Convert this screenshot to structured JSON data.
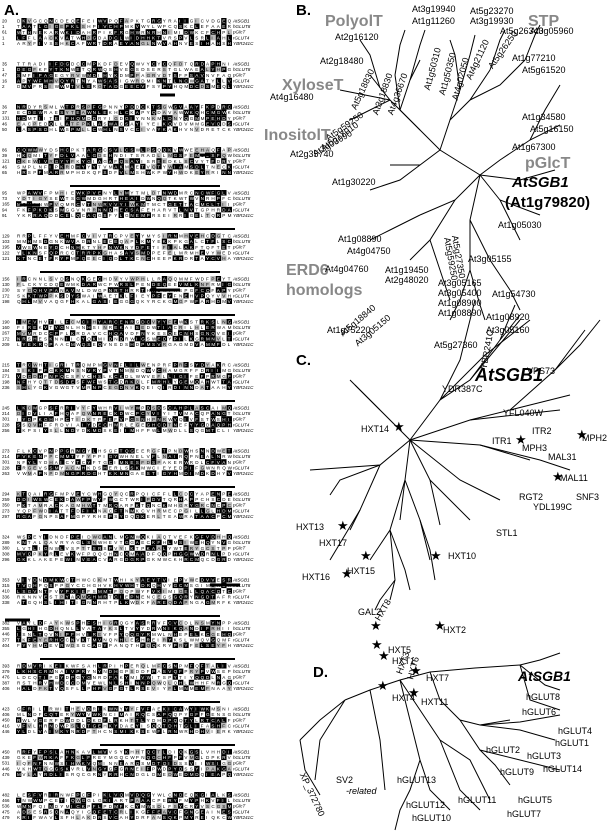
{
  "panels": {
    "a": "A.",
    "b": "B.",
    "c": "C.",
    "d": "D."
  },
  "alignment": {
    "species": [
      "AtSGB1",
      "hGLUT8",
      "pGlcT",
      "rGLUT4",
      "YBR241C"
    ],
    "blocks": [
      {
        "nums": [
          "20",
          "1",
          "61",
          "1",
          "1"
        ]
      },
      {
        "nums": [
          "35",
          "1",
          "47",
          "16",
          "2"
        ]
      },
      {
        "nums": [
          "36",
          "37",
          "131",
          "46",
          "50"
        ]
      },
      {
        "nums": [
          "86",
          "39",
          "121",
          "46",
          "65"
        ]
      },
      {
        "nums": [
          "95",
          "73",
          "165",
          "94",
          "91"
        ]
      },
      {
        "nums": [
          "129",
          "103",
          "195",
          "122",
          "121"
        ]
      },
      {
        "nums": [
          "156",
          "130",
          "230",
          "172",
          "198"
        ]
      },
      {
        "nums": [
          "190",
          "160",
          "267",
          "172",
          "209"
        ]
      },
      {
        "nums": [
          "215",
          "184",
          "271",
          "198",
          "236"
        ]
      },
      {
        "nums": [
          "245",
          "214",
          "301",
          "228",
          "256"
        ]
      },
      {
        "nums": [
          "273",
          "214",
          "301",
          "228",
          "263"
        ]
      },
      {
        "nums": [
          "294",
          "259",
          "350",
          "273",
          "297"
        ]
      },
      {
        "nums": [
          "324",
          "289",
          "380",
          "308",
          "296"
        ]
      },
      {
        "nums": [
          "353",
          "315",
          "410",
          "336",
          "338"
        ]
      },
      {
        "nums": [
          "382",
          "355",
          "446",
          "377",
          "404"
        ]
      },
      {
        "nums": [
          "393",
          "379",
          "476",
          "387",
          "406"
        ]
      },
      {
        "nums": [
          "423",
          "406",
          "450",
          "416",
          "446"
        ]
      },
      {
        "nums": [
          "450",
          "439",
          "531",
          "446",
          "476"
        ]
      },
      {
        "nums": [
          "482",
          "466",
          "536",
          "475",
          "479"
        ]
      }
    ]
  },
  "tree_b": {
    "groups": [
      "PolyolT",
      "STP",
      "XyloseT",
      "InositolT",
      "pGlcT",
      "ERD6 homologs"
    ],
    "highlight": "AtSGB1",
    "highlight_sub": "(At1g79820)",
    "leaves": [
      "At5g18830",
      "At2g16120",
      "At2g18480",
      "At3g18830",
      "At4g36670",
      "At2g20780",
      "At1g50310",
      "At3g19940",
      "At1g11260",
      "At3g19930",
      "At5g23270",
      "At5g26340",
      "At3g05960",
      "At1g77210",
      "At5g61520",
      "At1g07340",
      "At5g26250",
      "At4g21120",
      "At4g02050",
      "At1g50350",
      "At5g59250",
      "At5g17010",
      "At3g03090",
      "At4g16480",
      "At2g35740",
      "At1g30220",
      "At1g34580",
      "At5g16150",
      "At1g67300",
      "At1g05030",
      "At1g08890",
      "At4g04750",
      "At4g04760",
      "At1g19450",
      "At2g48020",
      "At1g75220",
      "At5g18840",
      "At3g05150",
      "At3g05165",
      "At3g05400",
      "At1g08900",
      "At1g08890",
      "At5g27360",
      "At3g05160",
      "At1g08920",
      "At1g54730",
      "At3g05155",
      "At5g27350",
      "At5g59250"
    ]
  },
  "tree_c": {
    "highlight": "AtSGB1",
    "leaves": [
      "VPS73",
      "YDR387C",
      "YBR241C",
      "YFL040W",
      "ITR2",
      "ITR1",
      "MPH3",
      "MPH2",
      "MAL31",
      "MAL11",
      "RGT2",
      "SNF3",
      "YDL199C",
      "STL1",
      "HXT14",
      "HXT13",
      "HXT17",
      "HXT16",
      "HXT15",
      "HXT10",
      "GAL2",
      "HXT8",
      "HXT3",
      "HXT6",
      "HXT2",
      "HXT5",
      "HXT1",
      "HXT4",
      "HXT7",
      "HXT11"
    ]
  },
  "tree_d": {
    "highlight": "AtSGB1",
    "leaves": [
      "hGLUT8",
      "hGLUT6",
      "hGLUT4",
      "hGLUT1",
      "hGLUT2",
      "hGLUT3",
      "hGLUT14",
      "hGLUT9",
      "hGLUT5",
      "hGLUT7",
      "hGLUT11",
      "hGLUT13",
      "hGLUT12",
      "hGLUT10",
      "SV2 -related",
      "XP_372780"
    ]
  }
}
